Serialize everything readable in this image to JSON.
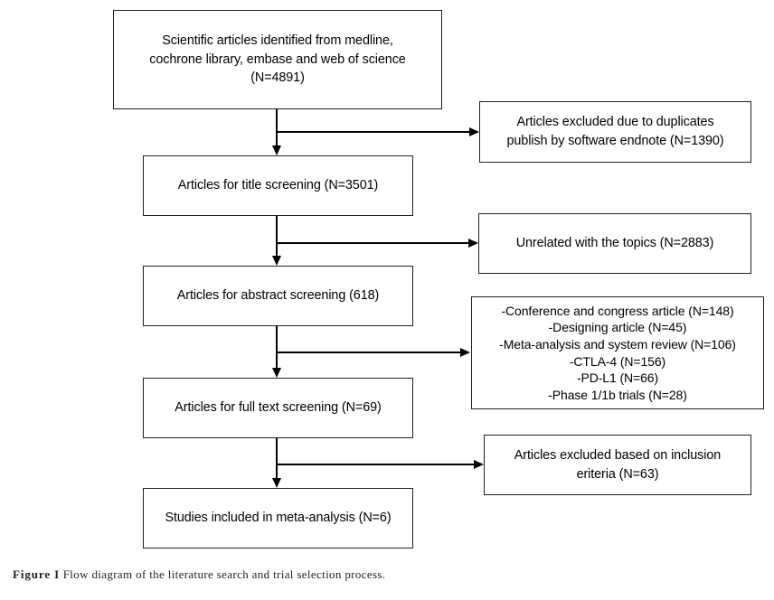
{
  "figure": {
    "caption_label": "Figure I",
    "caption_text": "Flow diagram of the literature search and trial selection process.",
    "stroke_color": "#000000",
    "box_border_color": "#231f20",
    "background_color": "#ffffff"
  },
  "flow": {
    "main_nodes": [
      {
        "id": "identified",
        "text": "Scientific articles identified from medline,\ncochrone library, embase and web of science\n(N=4891)"
      },
      {
        "id": "title-screening",
        "text": "Articles for title screening (N=3501)"
      },
      {
        "id": "abstract-screening",
        "text": "Articles for abstract screening (618)"
      },
      {
        "id": "full-text-screening",
        "text": "Articles for full text screening (N=69)"
      },
      {
        "id": "included",
        "text": "Studies included in meta-analysis (N=6)"
      }
    ],
    "excluded_nodes": [
      {
        "id": "duplicates",
        "text": "Articles excluded due to duplicates\npublish by software endnote (N=1390)"
      },
      {
        "id": "unrelated",
        "text": "Unrelated with the topics (N=2883)"
      },
      {
        "id": "abstract-exclusions",
        "text": "-Conference and congress article (N=148)\n-Designing article (N=45)\n-Meta-analysis and system review (N=106)\n-CTLA-4 (N=156)\n-PD-L1 (N=66)\n-Phase 1/1b trials (N=28)"
      },
      {
        "id": "inclusion-criteria",
        "text": "Articles excluded based on inclusion\neriteria (N=63)"
      }
    ]
  }
}
